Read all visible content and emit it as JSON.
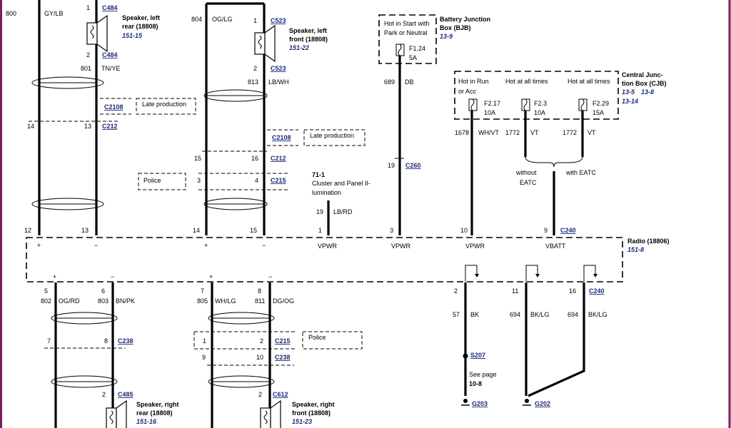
{
  "colors": {
    "wire": "#000000",
    "connector_link": "#1a2a7a",
    "frame": "#7a1e5c"
  },
  "speakers": {
    "left_rear": {
      "name": "Speaker, left rear (18808)",
      "page": "151-15",
      "c_top": "C484",
      "c_bot": "C484",
      "pin_top": "1",
      "pin_bot": "2"
    },
    "left_front": {
      "name": "Speaker, left front (18808)",
      "page": "151-22",
      "c_top": "C523",
      "c_bot": "C523",
      "pin_top": "1",
      "pin_bot": "2"
    },
    "right_rear": {
      "name": "Speaker, right rear (18808)",
      "page": "151-16",
      "c_top": "C485",
      "pin_top": "2"
    },
    "right_front": {
      "name": "Speaker, right front (18808)",
      "page": "151-23",
      "c_top": "C612",
      "pin_top": "2"
    }
  },
  "circuits": {
    "c800": "800",
    "gylb": "GY/LB",
    "c801": "801",
    "tnye": "TN/YE",
    "c804": "804",
    "oglg": "OG/LG",
    "c813": "813",
    "lbwh": "LB/WH",
    "c689": "689",
    "db": "DB",
    "c1678": "1678",
    "whvt": "WH/VT",
    "c1772a": "1772",
    "vt_a": "VT",
    "c1772b": "1772",
    "vt_b": "VT",
    "c19": "19",
    "lbrd": "LB/RD",
    "c802": "802",
    "ogrd": "OG/RD",
    "c803": "803",
    "bnpk": "BN/PK",
    "c805": "805",
    "whlg": "WH/LG",
    "c811": "811",
    "dgog": "DG/OG",
    "c57": "57",
    "bk": "BK",
    "c694a": "694",
    "bklg_a": "BK/LG",
    "c694b": "694",
    "bklg_b": "BK/LG"
  },
  "connectors": {
    "c2108": "C2108",
    "c212": "C212",
    "c2108b": "C2108",
    "c212b": "C212",
    "c215": "C215",
    "c260": "C260",
    "c240": "C240",
    "c240b": "C240",
    "c238": "C238",
    "c215b": "C215",
    "c238b": "C238",
    "s207": "S207",
    "g203": "G203",
    "g202": "G202"
  },
  "pins": {
    "p14a": "14",
    "p13a": "13",
    "p15a": "15",
    "p16a": "16",
    "p3": "3",
    "p4": "4",
    "p19": "19",
    "r12": "12",
    "r13": "13",
    "r14": "14",
    "r15": "15",
    "r1": "1",
    "r3": "3",
    "r10": "10",
    "r9": "9",
    "b5": "5",
    "b6": "6",
    "b7": "7",
    "b8": "8",
    "b1": "1",
    "b2": "2",
    "b9": "9",
    "b10": "10",
    "g2": "2",
    "g11": "11",
    "g16": "16",
    "s2a": "2",
    "s2b": "2"
  },
  "labels": {
    "late1": "Late production",
    "late2": "Late production",
    "police1": "Police",
    "police2": "Police",
    "ref711": "71-1",
    "cluster1": "Cluster and Panel Il-",
    "cluster2": "lumination",
    "without": "without",
    "eatc": "EATC",
    "with": "with EATC",
    "seepage": "See page",
    "seepage_ref": "10-8",
    "plus": "+",
    "minus": "−"
  },
  "bjb": {
    "hot1": "Hot in Start with",
    "hot2": "Park or Neutral",
    "name1": "Battery Junction",
    "name2": "Box (BJB)",
    "page": "13-9",
    "fuse": "F1.24",
    "amp": "5A"
  },
  "cjb": {
    "h1a": "Hot in Run",
    "h1b": "or Acc",
    "h2": "Hot at all times",
    "h3": "Hot at all times",
    "name1": "Central Junc-",
    "name2": "tion Box (CJB)",
    "p1": "13-5",
    "p2": "13-8",
    "p3": "13-14",
    "f1": "F2.17",
    "a1": "10A",
    "f2": "F2.3",
    "a2": "10A",
    "f3": "F2.29",
    "a3": "15A"
  },
  "radio": {
    "name": "Radio (18806)",
    "page": "151-8",
    "vpwr1": "VPWR",
    "vpwr2": "VPWR",
    "vpwr3": "VPWR",
    "vbatt": "VBATT"
  }
}
